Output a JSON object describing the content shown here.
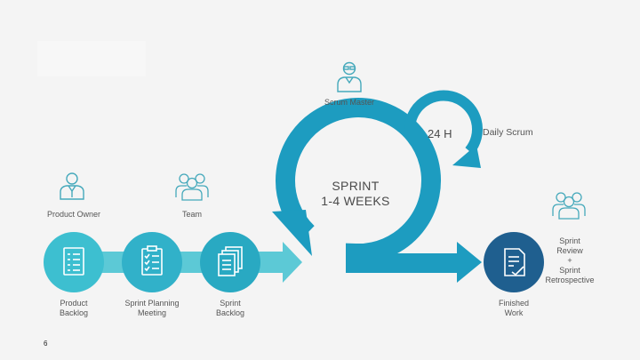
{
  "roles": {
    "product_owner": "Product Owner",
    "team": "Team",
    "scrum_master": "Scrum Master"
  },
  "sprint": {
    "title": "SPRINT\n1-4 WEEKS",
    "daily_hours": "24 H",
    "daily_label": "Daily Scrum"
  },
  "steps": {
    "product_backlog": "Product\nBacklog",
    "sprint_planning": "Sprint Planning\nMeeting",
    "sprint_backlog": "Sprint\nBacklog",
    "finished_work": "Finished\nWork"
  },
  "review": "Sprint\nReview\n+\nSprint\nRetrospective",
  "page_number": "6",
  "colors": {
    "circle_light": "#3dbfd0",
    "circle_mid": "#29a9c2",
    "circle_dark": "#1f5f8f",
    "arrow": "#1d9cc0",
    "connector": "#5cc9d6",
    "icon_line": "#45a9bb"
  }
}
